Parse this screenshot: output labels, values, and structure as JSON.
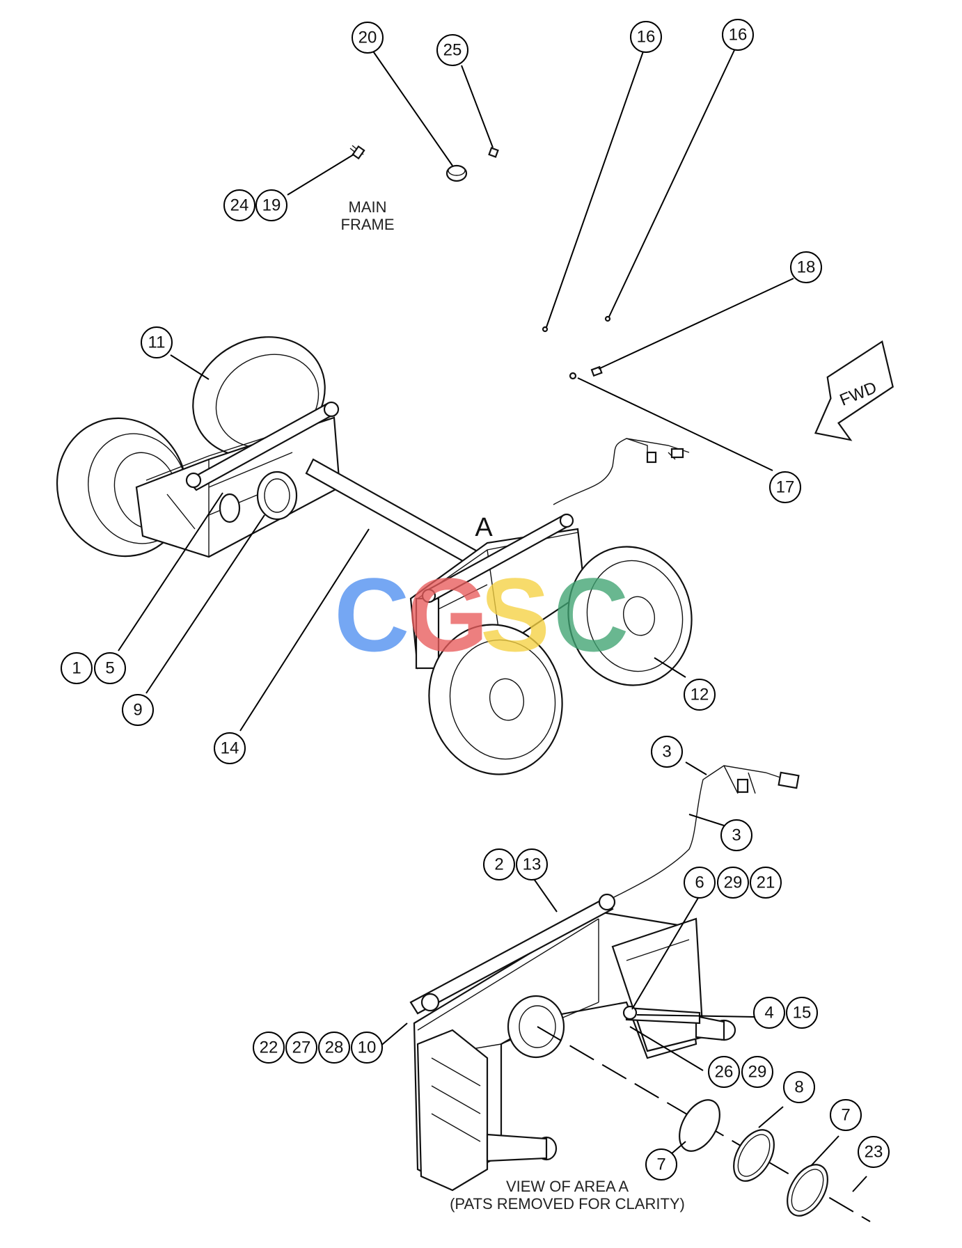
{
  "captions": {
    "main_frame_1": "MAIN",
    "main_frame_2": "FRAME",
    "area_letter": "A",
    "view_1": "VIEW OF AREA A",
    "view_2": "(PATS REMOVED FOR CLARITY)",
    "fwd": "FWD"
  },
  "watermark": {
    "text": "CGSC",
    "colors": [
      "#4f8ff0",
      "#e85c5c",
      "#f5d142",
      "#3fa372"
    ]
  },
  "callouts": [
    {
      "id": "c20",
      "label": "20"
    },
    {
      "id": "c25",
      "label": "25"
    },
    {
      "id": "c16a",
      "label": "16"
    },
    {
      "id": "c16b",
      "label": "16"
    },
    {
      "id": "c24",
      "label": "24"
    },
    {
      "id": "c19",
      "label": "19"
    },
    {
      "id": "c18",
      "label": "18"
    },
    {
      "id": "c11",
      "label": "11"
    },
    {
      "id": "c17",
      "label": "17"
    },
    {
      "id": "c1",
      "label": "1"
    },
    {
      "id": "c5",
      "label": "5"
    },
    {
      "id": "c9",
      "label": "9"
    },
    {
      "id": "c12",
      "label": "12"
    },
    {
      "id": "c14",
      "label": "14"
    },
    {
      "id": "c3a",
      "label": "3"
    },
    {
      "id": "c3b",
      "label": "3"
    },
    {
      "id": "c2",
      "label": "2"
    },
    {
      "id": "c13",
      "label": "13"
    },
    {
      "id": "c6",
      "label": "6"
    },
    {
      "id": "c29a",
      "label": "29"
    },
    {
      "id": "c21",
      "label": "21"
    },
    {
      "id": "c4",
      "label": "4"
    },
    {
      "id": "c15",
      "label": "15"
    },
    {
      "id": "c22",
      "label": "22"
    },
    {
      "id": "c27",
      "label": "27"
    },
    {
      "id": "c28",
      "label": "28"
    },
    {
      "id": "c10",
      "label": "10"
    },
    {
      "id": "c26",
      "label": "26"
    },
    {
      "id": "c29b",
      "label": "29"
    },
    {
      "id": "c8",
      "label": "8"
    },
    {
      "id": "c7a",
      "label": "7"
    },
    {
      "id": "c7b",
      "label": "7"
    },
    {
      "id": "c23",
      "label": "23"
    }
  ]
}
